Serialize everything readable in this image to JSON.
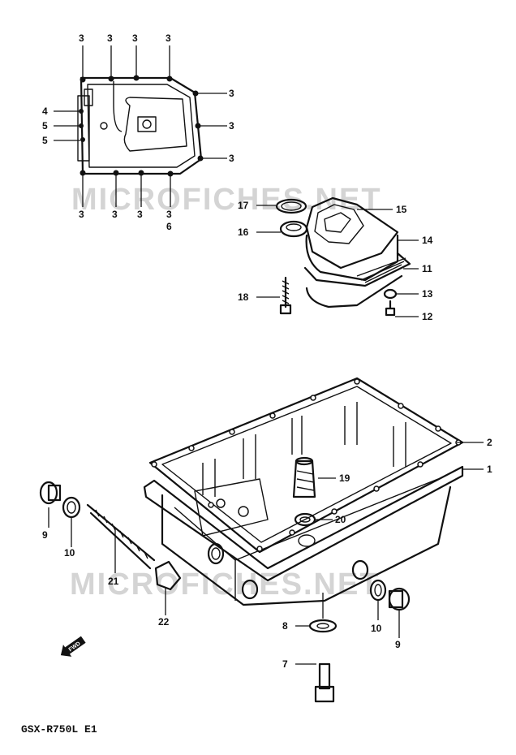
{
  "watermark": "MICROFICHES.NET",
  "footer_model": "GSX-R750L E1",
  "fwd_label": "FWD",
  "callouts": {
    "c1": "1",
    "c2": "2",
    "c3a": "3",
    "c3b": "3",
    "c3c": "3",
    "c3d": "3",
    "c3e": "3",
    "c3f": "3",
    "c3g": "3",
    "c3h": "3",
    "c3i": "3",
    "c3j": "3",
    "c3k": "3",
    "c4": "4",
    "c5a": "5",
    "c5b": "5",
    "c6": "6",
    "c7": "7",
    "c8": "8",
    "c9a": "9",
    "c9b": "9",
    "c10a": "10",
    "c10b": "10",
    "c11": "11",
    "c12": "12",
    "c13": "13",
    "c14": "14",
    "c15": "15",
    "c16": "16",
    "c17": "17",
    "c18": "18",
    "c19": "19",
    "c20": "20",
    "c21": "21",
    "c22": "22"
  },
  "colors": {
    "line": "#111111",
    "watermark": "#d4d4d4",
    "background": "#ffffff"
  }
}
